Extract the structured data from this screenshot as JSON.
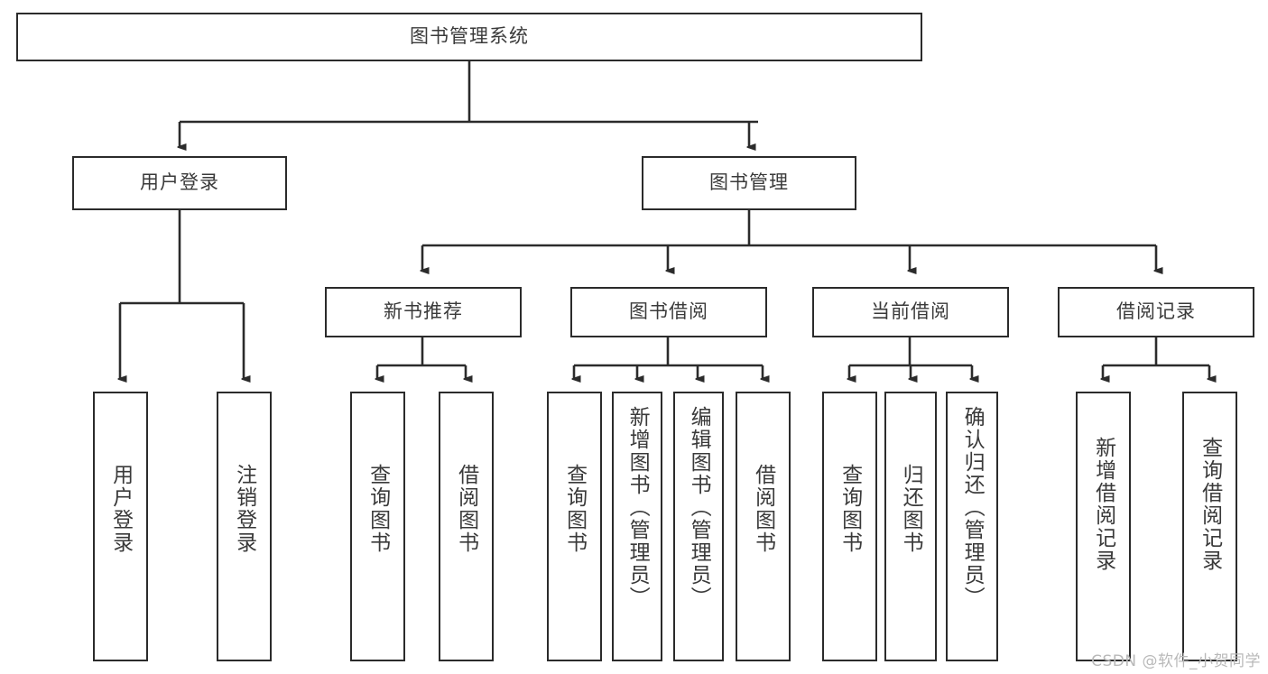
{
  "diagram": {
    "type": "tree-hierarchy",
    "title": "图书管理系统",
    "watermark": "CSDN @软件_小贺同学",
    "colors": {
      "background": "#ffffff",
      "border": "#2b2b2b",
      "text": "#3a3a3a",
      "edge": "#2b2b2b",
      "watermark": "#b9b9b9"
    },
    "levels": [
      {
        "level": 0,
        "nodes": [
          {
            "id": "root",
            "label": "图书管理系统",
            "orientation": "horizontal"
          }
        ]
      },
      {
        "level": 1,
        "nodes": [
          {
            "id": "user-login",
            "label": "用户登录",
            "orientation": "horizontal"
          },
          {
            "id": "book-manage",
            "label": "图书管理",
            "orientation": "horizontal"
          }
        ]
      },
      {
        "level": 2,
        "nodes": [
          {
            "id": "new-book-rec",
            "label": "新书推荐",
            "orientation": "horizontal"
          },
          {
            "id": "book-borrow",
            "label": "图书借阅",
            "orientation": "horizontal"
          },
          {
            "id": "current-borrow",
            "label": "当前借阅",
            "orientation": "horizontal"
          },
          {
            "id": "borrow-record",
            "label": "借阅记录",
            "orientation": "horizontal"
          }
        ]
      },
      {
        "level": 3,
        "nodes": [
          {
            "id": "leaf-user-login",
            "label": "用户登录",
            "orientation": "vertical",
            "parent": "user-login"
          },
          {
            "id": "leaf-logout",
            "label": "注销登录",
            "orientation": "vertical",
            "parent": "user-login"
          },
          {
            "id": "leaf-query-book-1",
            "label": "查询图书",
            "orientation": "vertical",
            "parent": "new-book-rec"
          },
          {
            "id": "leaf-borrow-book-1",
            "label": "借阅图书",
            "orientation": "vertical",
            "parent": "new-book-rec"
          },
          {
            "id": "leaf-query-book-2",
            "label": "查询图书",
            "orientation": "vertical",
            "parent": "book-borrow"
          },
          {
            "id": "leaf-add-book",
            "label": "新增图书（管理员）",
            "orientation": "vertical",
            "parent": "book-borrow"
          },
          {
            "id": "leaf-edit-book",
            "label": "编辑图书（管理员）",
            "orientation": "vertical",
            "parent": "book-borrow"
          },
          {
            "id": "leaf-borrow-book-2",
            "label": "借阅图书",
            "orientation": "vertical",
            "parent": "book-borrow"
          },
          {
            "id": "leaf-query-book-3",
            "label": "查询图书",
            "orientation": "vertical",
            "parent": "current-borrow"
          },
          {
            "id": "leaf-return-book",
            "label": "归还图书",
            "orientation": "vertical",
            "parent": "current-borrow"
          },
          {
            "id": "leaf-confirm-return",
            "label": "确认归还（管理员）",
            "orientation": "vertical",
            "parent": "current-borrow"
          },
          {
            "id": "leaf-add-record",
            "label": "新增借阅记录",
            "orientation": "vertical",
            "parent": "borrow-record"
          },
          {
            "id": "leaf-query-record",
            "label": "查询借阅记录",
            "orientation": "vertical",
            "parent": "borrow-record"
          }
        ]
      }
    ]
  }
}
